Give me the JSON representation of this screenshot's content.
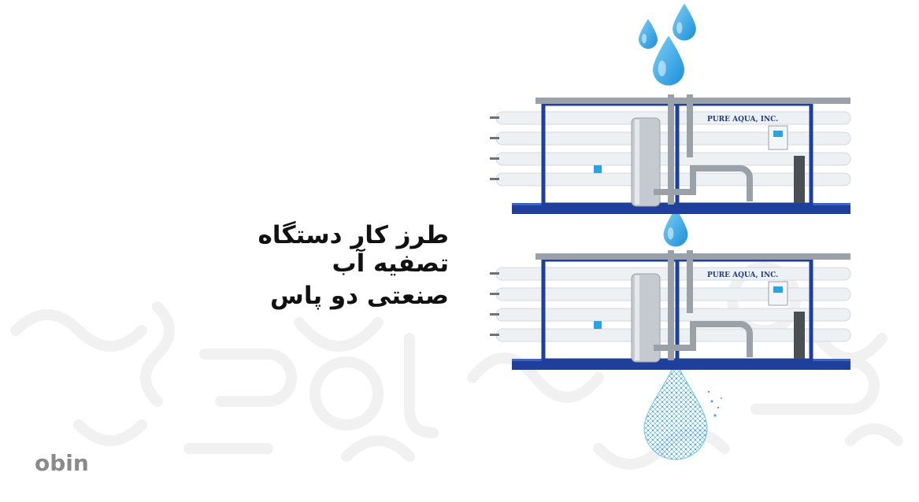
{
  "heading": {
    "line1": "طرز کار دستگاه تصفیه آب",
    "line2": "صنعتی دو پاس"
  },
  "logo": {
    "text": "obin"
  },
  "units": [
    {
      "brand_label": "PURE AQUA, INC."
    },
    {
      "brand_label": "PURE AQUA, INC."
    }
  ],
  "colors": {
    "frame_blue": "#1e3f9c",
    "water_blue": "#2aa3e6",
    "pipe_gray": "#9aa1a8",
    "logo_gray": "#8a8a8a"
  },
  "icons": [
    "water-drop-icon",
    "digital-water-drop-icon"
  ]
}
